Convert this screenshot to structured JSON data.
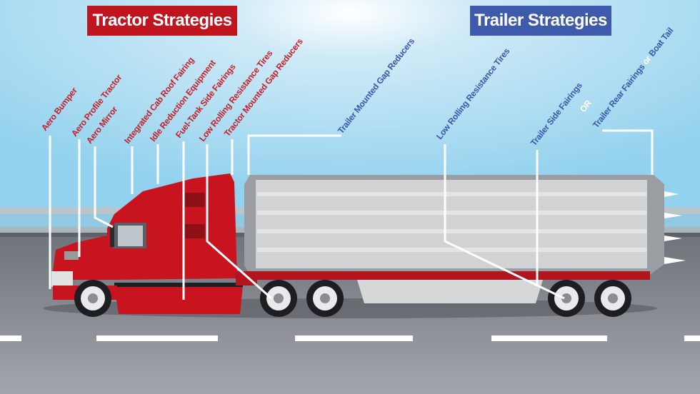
{
  "headers": {
    "tractor": "Tractor Strategies",
    "trailer": "Trailer Strategies"
  },
  "tractor_labels": [
    "Aero Bumper",
    "Aero Profile Tractor",
    "Aero Mirror",
    "Integrated Cab Roof Fairing",
    "Idle Reduction Equipment",
    "Fuel-Tank Side Fairings",
    "Low Rolling Resistance Tires",
    "Tractor Mounted Gap Reducers"
  ],
  "trailer_labels": {
    "gap": "Trailer Mounted Gap Reducers",
    "tires": "Low Rolling Resistance Tires",
    "side": "Trailer Side Fairings",
    "or_big": "OR",
    "rear": "Trailer Rear Fairings",
    "or_small": "or",
    "boat": "Boat Tail"
  },
  "colors": {
    "tractor": "#c0141f",
    "trailer": "#3d5aab",
    "sky": "#9dd6f0",
    "road": "#8a8d94"
  }
}
